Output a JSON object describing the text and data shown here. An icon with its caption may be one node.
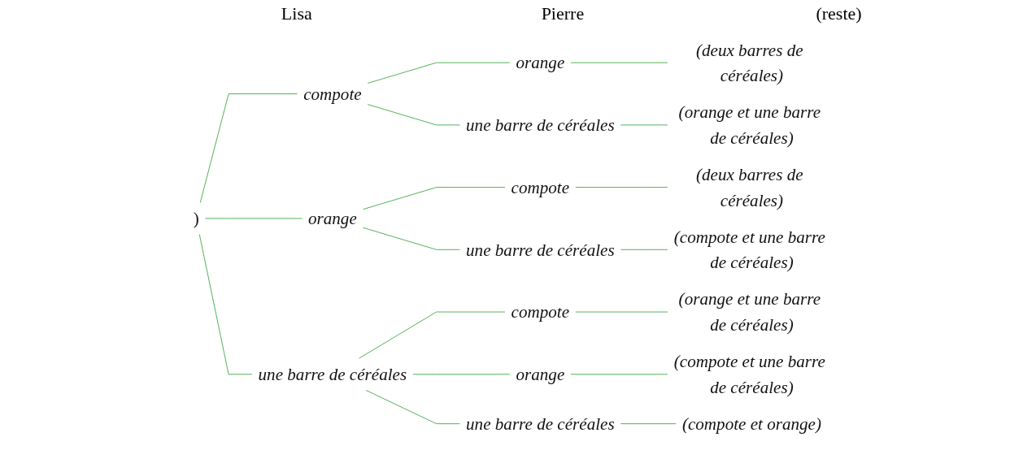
{
  "diagram": {
    "nodes": [
      {
        "text": [
          ")"
        ]
      },
      {
        "text": [
          "compote"
        ]
      },
      {
        "text": [
          "orange"
        ]
      },
      {
        "text": [
          "une barre de céréales"
        ]
      },
      {
        "text": [
          "orange"
        ]
      },
      {
        "text": [
          "une barre de céréales"
        ]
      },
      {
        "text": [
          "compote"
        ]
      },
      {
        "text": [
          "une barre de céréales"
        ]
      },
      {
        "text": [
          "compote"
        ]
      },
      {
        "text": [
          "orange"
        ]
      },
      {
        "text": [
          "une barre de céréales"
        ]
      },
      {
        "text": [
          "(deux barres de céréales)"
        ]
      },
      {
        "text": [
          "(orange et une barre de céréales)"
        ]
      },
      {
        "text": [
          "(deux barres de céréales)"
        ]
      },
      {
        "text": [
          "(compote et une barre de céréales)"
        ]
      },
      {
        "text": [
          "(orange et une barre de céréales)"
        ]
      },
      {
        "text": [
          "(compote et une barre de céréales)"
        ]
      },
      {
        "text": [
          "(compote et orange)"
        ]
      }
    ],
    "edges": [
      {
        "from": 0,
        "to": 1,
        "arrow": "none"
      },
      {
        "from": 0,
        "to": 2,
        "arrow": "none"
      },
      {
        "from": 0,
        "to": 3,
        "arrow": "none"
      },
      {
        "from": 1,
        "to": 4,
        "arrow": "none"
      },
      {
        "from": 1,
        "to": 5,
        "arrow": "none"
      },
      {
        "from": 2,
        "to": 6,
        "arrow": "none"
      },
      {
        "from": 2,
        "to": 7,
        "arrow": "none"
      },
      {
        "from": 3,
        "to": 8,
        "arrow": "none"
      },
      {
        "from": 3,
        "to": 9,
        "arrow": "none"
      },
      {
        "from": 3,
        "to": 10,
        "arrow": "none"
      },
      {
        "from": 4,
        "to": 11,
        "arrow": "none"
      },
      {
        "from": 5,
        "to": 12,
        "arrow": "none"
      },
      {
        "from": 6,
        "to": 13,
        "arrow": "none"
      },
      {
        "from": 7,
        "to": 14,
        "arrow": "none"
      },
      {
        "from": 8,
        "to": 15,
        "arrow": "none"
      },
      {
        "from": 9,
        "to": 16,
        "arrow": "none"
      },
      {
        "from": 10,
        "to": 17,
        "arrow": "none"
      }
    ],
    "labels": [
      "Lisa",
      "Pierre",
      "(reste)"
    ]
  }
}
